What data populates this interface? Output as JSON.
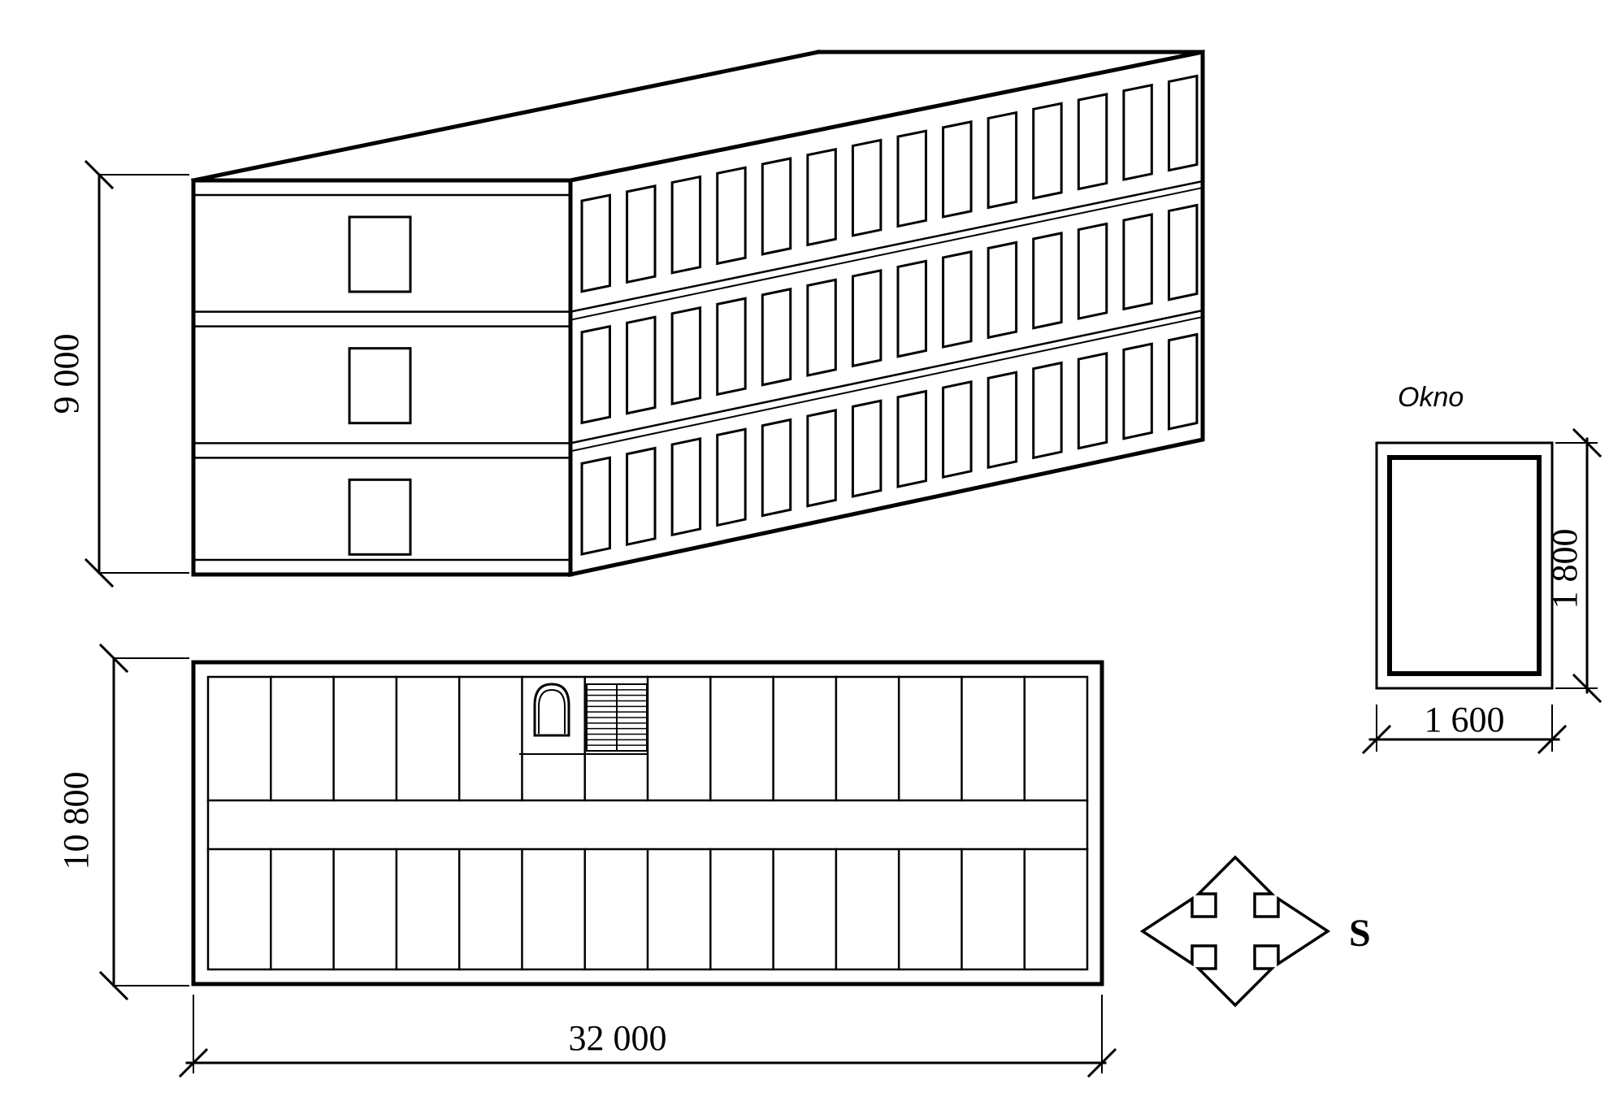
{
  "labels": {
    "height_dim": "9 000",
    "depth_dim": "10 800",
    "length_dim": "32 000",
    "window_title": "Okno",
    "window_height_dim": "1 800",
    "window_width_dim": "1 600",
    "compass_label": "S"
  },
  "building": {
    "floors": 3,
    "side_windows_per_floor": 14,
    "front_windows_per_floor": 1
  },
  "plan": {
    "rooms_top_row": 14,
    "rooms_bottom_row": 14,
    "has_corridor": true,
    "has_staircase": true,
    "has_elevator": true
  },
  "colors": {
    "ink": "#000000",
    "paper": "#ffffff"
  }
}
